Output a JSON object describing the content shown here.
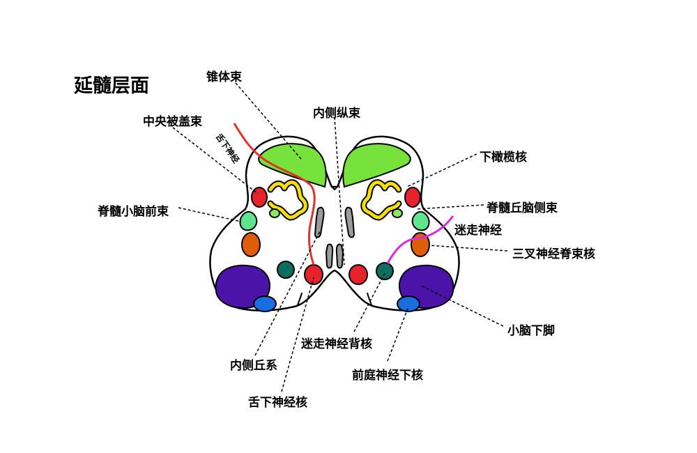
{
  "title": "延髓层面",
  "labels": {
    "pyramidal_tract": "锥体束",
    "mlf": "内侧纵束",
    "central_tegmental_tract": "中央被盖束",
    "hypoglossal_nerve_small": "舌下神经",
    "inferior_olive": "下橄榄核",
    "ventral_spinocerebellar": "脊髓小脑前束",
    "spinothalamic": "脊髓丘脑侧束",
    "vagus_nerve": "迷走神经",
    "spinal_trigeminal": "三叉神经脊束核",
    "inferior_cerebellar_peduncle": "小脑下脚",
    "dorsal_vagal_nucleus": "迷走神经背核",
    "medial_lemniscus": "内侧丘系",
    "vestibular_nucleus": "前庭神经下核",
    "hypoglossal_nucleus": "舌下神经核"
  },
  "colors": {
    "pyramid": "#77e23b",
    "olive": "#f6df00",
    "red_nucleus": "#e8222c",
    "light_green": "#8bea5c",
    "mint": "#5fe590",
    "orange": "#e05d08",
    "teal": "#0c6e5f",
    "purple": "#4b13a8",
    "blue": "#1a6de0",
    "gray": "#9b9b9b",
    "nerve_red": "#e0322a",
    "nerve_magenta": "#d62be0"
  }
}
